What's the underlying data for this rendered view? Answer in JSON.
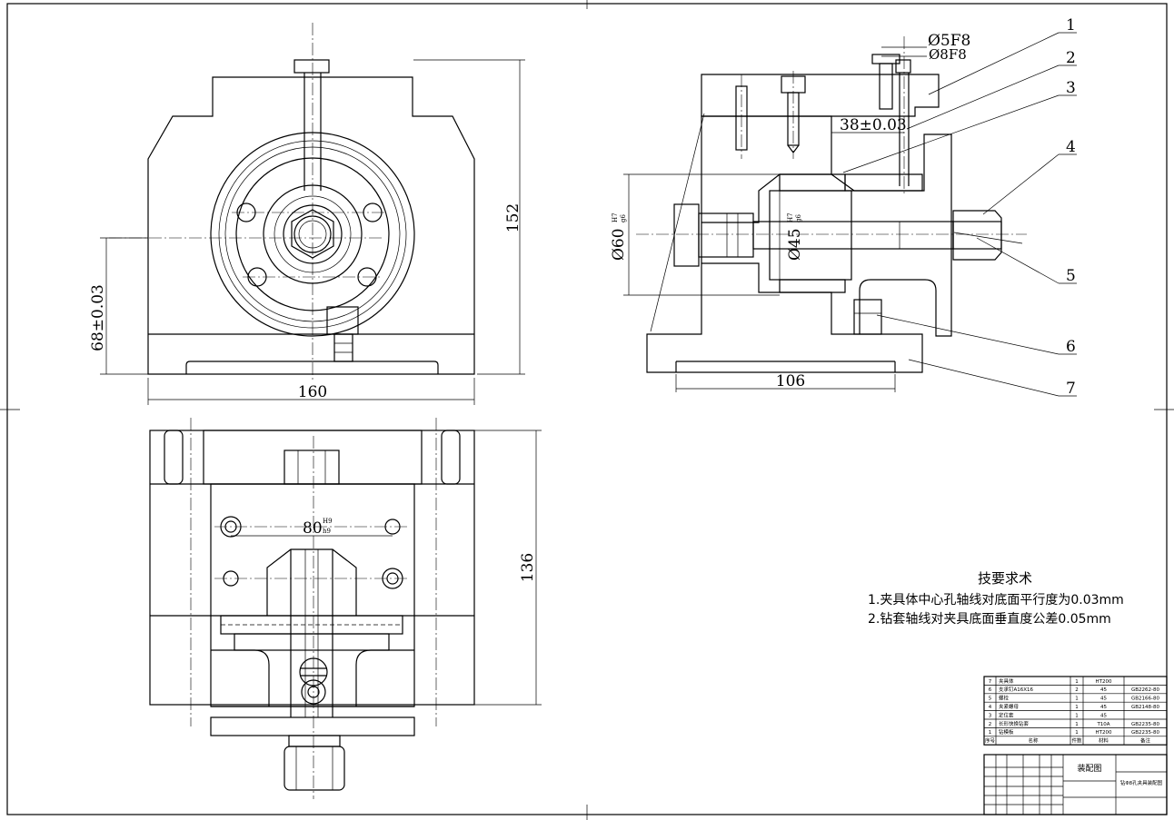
{
  "dimensions": {
    "side_height": "152",
    "front_height": "68±0.03",
    "width_160": "160",
    "base_106": "106",
    "bore_60": "Ø60",
    "bore_60_fit_top": "H7",
    "bore_60_fit_bot": "g6",
    "bore_45": "Ø45",
    "bore_45_fit_top": "H7",
    "bore_45_fit_bot": "g6",
    "offset_38": "38±0.03",
    "drill_5": "Ø5F8",
    "drill_8": "Ø8F8",
    "plan_136": "136",
    "plan_80": "80",
    "plan_80_fit_top": "H9",
    "plan_80_fit_bot": "h9"
  },
  "balloons": [
    "1",
    "2",
    "3",
    "4",
    "5",
    "6",
    "7"
  ],
  "requirements": {
    "title": "技要求术",
    "line1": "1.夹具体中心孔轴线对底面平行度为0.03mm",
    "line2": "2.钻套轴线对夹具底面垂直度公差0.05mm"
  },
  "bom": {
    "rows": [
      {
        "no": "7",
        "name": "夹具体",
        "qty": "1",
        "material": "HT200",
        "note": ""
      },
      {
        "no": "6",
        "name": "支承钉A16X16",
        "qty": "2",
        "material": "45",
        "note": "GB2262-80"
      },
      {
        "no": "5",
        "name": "螺栓",
        "qty": "1",
        "material": "45",
        "note": "GB2166-80"
      },
      {
        "no": "4",
        "name": "夹紧螺母",
        "qty": "1",
        "material": "45",
        "note": "GB2148-80"
      },
      {
        "no": "3",
        "name": "定位套",
        "qty": "1",
        "material": "45",
        "note": ""
      },
      {
        "no": "2",
        "name": "长形快换钻套",
        "qty": "1",
        "material": "T10A",
        "note": "GB2235-80"
      },
      {
        "no": "1",
        "name": "钻模板",
        "qty": "1",
        "material": "HT200",
        "note": "GB2235-80"
      }
    ],
    "header": {
      "no": "序号",
      "name": "名称",
      "qty": "件数",
      "material": "材料",
      "note": "备注"
    }
  },
  "title_block": {
    "drawing_type": "装配图",
    "drawing_title": "钻Φ8孔夹具装配图"
  }
}
